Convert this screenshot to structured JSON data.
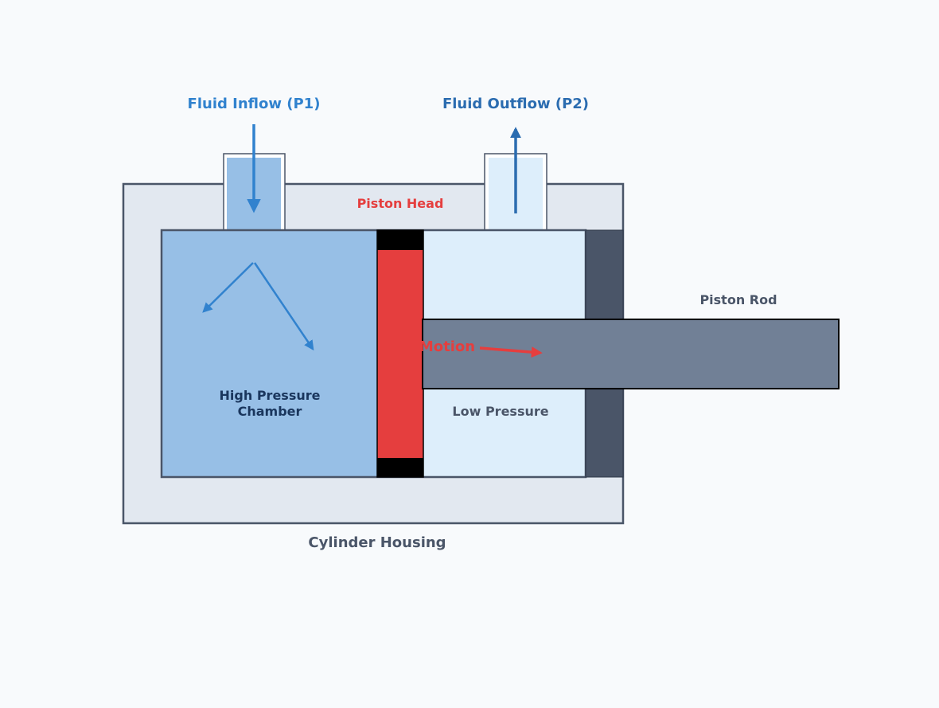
{
  "labels": {
    "inflow": "Fluid Inflow (P1)",
    "outflow": "Fluid Outflow (P2)",
    "piston_head": "Piston Head",
    "piston_rod": "Piston Rod",
    "motion": "Motion",
    "high_pressure_line1": "High Pressure",
    "high_pressure_line2": "Chamber",
    "low_pressure": "Low Pressure",
    "housing": "Cylinder Housing"
  },
  "colors": {
    "background": "#f8fafc",
    "housing_fill": "#e2e8f0",
    "housing_stroke": "#4a5568",
    "high_pressure_fluid": "#97bfe6",
    "low_pressure_fluid": "#ddeefb",
    "piston_head": "#e53e3e",
    "piston_seal": "#000000",
    "end_cap": "#4a5568",
    "piston_rod": "#718096",
    "flow_arrow": "#3182ce",
    "outflow_arrow": "#2b6cb0",
    "motion_arrow": "#e53e3e",
    "dark_label": "#4a5568",
    "chamber_label": "#1a365d"
  },
  "icons": {
    "inflow_arrow": "arrow-down-icon",
    "outflow_arrow": "arrow-up-icon",
    "motion_arrow": "arrow-right-icon"
  }
}
